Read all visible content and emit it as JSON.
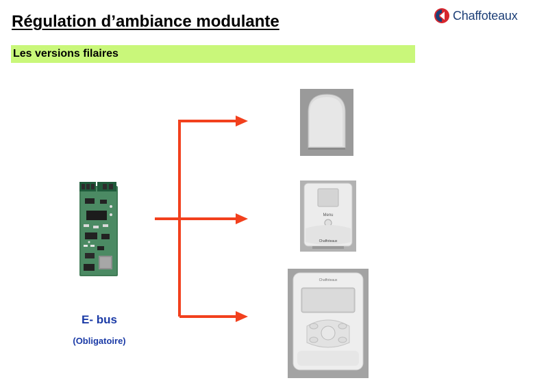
{
  "header": {
    "title": "Régulation d’ambiance modulante",
    "brand": "Chaffoteaux"
  },
  "section": {
    "label": "Les versions filaires"
  },
  "bus": {
    "name": "E- bus",
    "note": "(Obligatoire)"
  },
  "device_labels": {
    "thermostat_logo": "Chaffoteaux",
    "controller_logo": "Chaffoteaux",
    "thermostat_button": "Menu"
  },
  "colors": {
    "accent_band": "#c9f77a",
    "arrow": "#f2401d",
    "bus_text": "#1a3aa6",
    "brand": "#1d3f77",
    "brand_logo_red": "#d7262d"
  },
  "icons": [
    "chaffoteaux-logo-icon",
    "arrow-right-icon"
  ]
}
